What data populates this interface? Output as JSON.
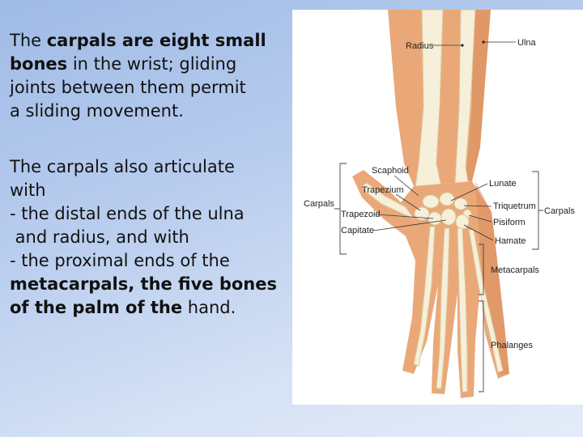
{
  "slide": {
    "p1": {
      "l1a": "The ",
      "l1b": "carpals are eight small",
      "l2a": "bones",
      "l2b": " in the wrist; gliding",
      "l3": "joints between them permit",
      "l4": "a sliding movement."
    },
    "p2": {
      "l1": "The carpals also articulate",
      "l2": "with",
      "l3": "- the distal ends of the ulna",
      "l4": " and radius, and with",
      "l5": "- the proximal ends of the",
      "l6": "metacarpals, the five bones",
      "l7a": "of the palm of the",
      "l7b": " hand."
    }
  },
  "figure": {
    "labels": {
      "radius": "Radius",
      "ulna": "Ulna",
      "scaphoid": "Scaphoid",
      "trapezium": "Trapezium",
      "carpals_left": "Carpals",
      "trapezoid": "Trapezoid",
      "capitate": "Capitate",
      "lunate": "Lunate",
      "triquetrum": "Triquetrum",
      "carpals_right": "Carpals",
      "pisiform": "Pisiform",
      "hamate": "Hamate",
      "metacarpals": "Metacarpals",
      "phalanges": "Phalanges"
    },
    "colors": {
      "skin": "#eaa878",
      "skin_shadow": "#d88a5a",
      "bone": "#f6efd9"
    }
  }
}
